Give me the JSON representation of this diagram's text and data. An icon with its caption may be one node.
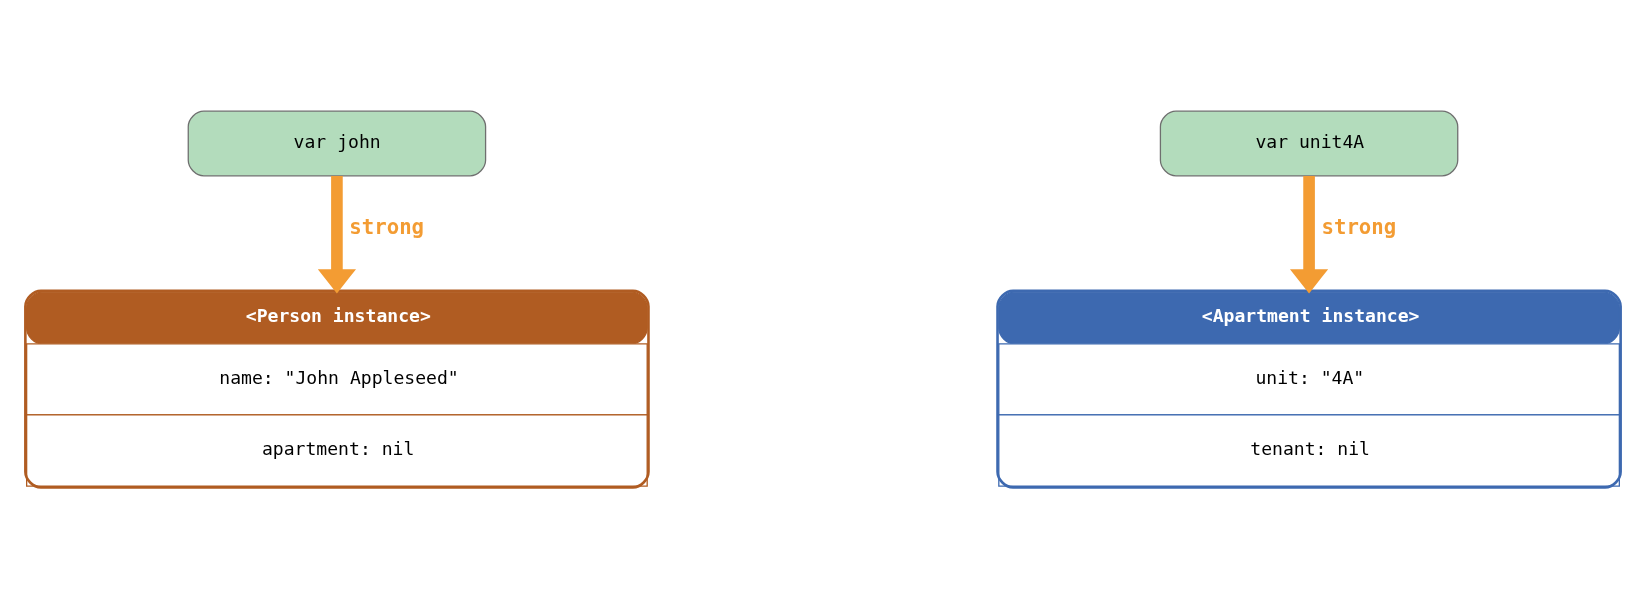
{
  "diagram": {
    "nodes": [
      {
        "text": [
          "var john"
        ]
      },
      {
        "text": [
          "<Person instance>",
          "name: \"John Appleseed\"",
          "apartment: nil"
        ]
      },
      {
        "text": [
          "var unit4A"
        ]
      },
      {
        "text": [
          "<Apartment instance>",
          "unit: \"4A\"",
          "tenant: nil"
        ]
      }
    ],
    "edges": [
      {
        "from": 0,
        "to": 1,
        "arrow": "to",
        "label": "strong"
      },
      {
        "from": 2,
        "to": 3,
        "arrow": "to",
        "label": "strong"
      }
    ]
  }
}
